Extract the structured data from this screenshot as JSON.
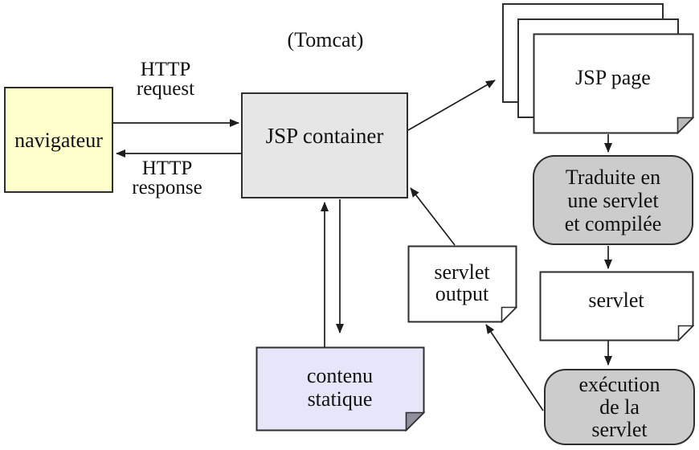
{
  "captions": {
    "tomcat": "(Tomcat)"
  },
  "nodes": {
    "navigateur": {
      "label": "navigateur"
    },
    "jsp_container": {
      "label": "JSP container"
    },
    "jsp_page": {
      "label": "JSP page"
    },
    "traduite": {
      "lines": [
        "Traduite en",
        "une servlet",
        "et compilée"
      ]
    },
    "servlet": {
      "label": "servlet"
    },
    "execution": {
      "lines": [
        "exécution",
        "de la",
        "servlet"
      ]
    },
    "servlet_output": {
      "lines": [
        "servlet",
        "output"
      ]
    },
    "contenu_statique": {
      "lines": [
        "contenu",
        "statique"
      ]
    }
  },
  "labels": {
    "http_request": {
      "lines": [
        "HTTP",
        "request"
      ]
    },
    "http_response": {
      "lines": [
        "HTTP",
        "response"
      ]
    }
  },
  "colors": {
    "navigateur_fill": "#ffffcc",
    "jsp_container_fill": "#e6e6e6",
    "process_box_fill": "#cccccc",
    "contenu_fill": "#e6e6fa",
    "document_fill": "#ffffff",
    "fold_gray": "#8f8f9b",
    "line": "#1d1d1d"
  }
}
